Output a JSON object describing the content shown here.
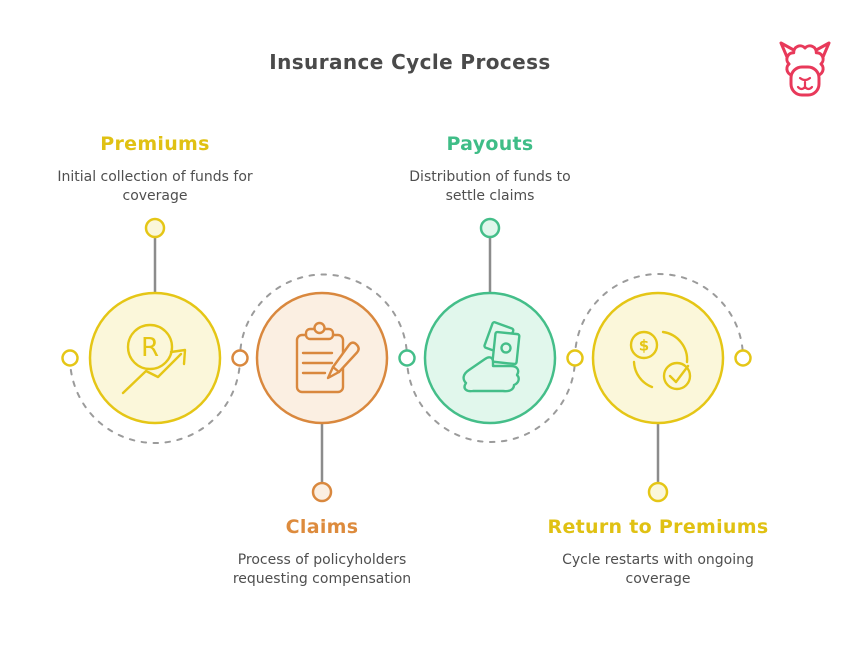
{
  "title": "Insurance Cycle Process",
  "logo": {
    "name": "alpaca-logo",
    "color": "#e8395a"
  },
  "colors": {
    "yellow": "#e5c616",
    "yellow_fill": "#fbf7da",
    "orange": "#d9883e",
    "orange_fill": "#fbefe2",
    "green": "#44be89",
    "green_fill": "#e1f7ec",
    "text_dark": "#4a4a4a",
    "text_body": "#4f4f4f",
    "connector_gray": "#8c8c8c",
    "dashed_path_gray": "#9b9b9b"
  },
  "diagram": {
    "type": "cycle-process",
    "stages": [
      {
        "label": "Premiums",
        "description": "Initial collection of funds for coverage",
        "color": "#e5c616",
        "fill": "#fbf7da",
        "icon": "rand-trend-icon",
        "label_position": "top"
      },
      {
        "label": "Claims",
        "description": "Process of policyholders requesting compensation",
        "color": "#d9883e",
        "fill": "#fbefe2",
        "icon": "clipboard-pencil-icon",
        "label_position": "bottom"
      },
      {
        "label": "Payouts",
        "description": "Distribution of funds to settle claims",
        "color": "#44be89",
        "fill": "#e1f7ec",
        "icon": "hand-money-icon",
        "label_position": "top"
      },
      {
        "label": "Return to Premiums",
        "description": "Cycle restarts with ongoing coverage",
        "color": "#e5c616",
        "fill": "#fbf7da",
        "icon": "coin-cycle-check-icon",
        "label_position": "bottom"
      }
    ],
    "path_node_colors": [
      "#e5c616",
      "#d9883e",
      "#44be89",
      "#e5c616",
      "#e5c616"
    ],
    "currency_symbol": "R",
    "coin_symbol": "$"
  }
}
